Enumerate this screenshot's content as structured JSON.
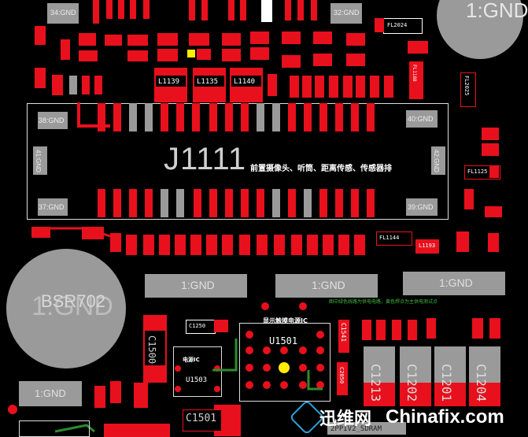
{
  "board": {
    "connector_ref": "J1111",
    "connector_desc": "前置摄像头、听筒、距离传感、传感器排",
    "gnd_pads": {
      "g34": "34:GND",
      "g32": "32:GND",
      "g38": "38:GND",
      "g40": "40:GND",
      "g41": "41:GND",
      "g42": "42:GND",
      "g37": "37:GND",
      "g39": "39:GND",
      "gnd_big_left": "1:GND",
      "gnd_top_right": "1:GND",
      "gnd_mid1": "1:GND",
      "gnd_mid2": "1:GND",
      "gnd_mid3": "1:GND",
      "gnd_bottom_left": "1:GND"
    },
    "ring_label": "BSR702",
    "inductors": [
      "L1139",
      "L1135",
      "L1140"
    ],
    "fl_labels": {
      "fl2024": "FL2024",
      "fl1188": "FL1188",
      "fl2025": "FL2025",
      "fl1125": "FL1125",
      "fl1144": "FL1144",
      "fl1193": "L1193"
    },
    "ic_labels": {
      "u1501": "U1501",
      "u1503": "U1503",
      "u1501_note": "显示触摸电源IC",
      "u1503_note": "电源IC",
      "c1501": "C1501",
      "c1500": "C1500",
      "c1250": "C1250",
      "c1541": "C1541",
      "c2050": "C2050",
      "c1213": "C1213",
      "c1202": "C1202",
      "c1201": "C1201",
      "c1204": "C1204",
      "sdram": "2PPIV2_SDRAM"
    },
    "annotation": "图中绿色线路为供电电路，黄色焊点为主供电测试点",
    "watermark": {
      "cn": "迅维网",
      "en": "Chinafix.com"
    },
    "colors": {
      "background": "#000000",
      "pad": "#e8101c",
      "gnd": "#9a9a9a",
      "trace": "#2e8b2e",
      "highlight": "#ffee00"
    }
  }
}
